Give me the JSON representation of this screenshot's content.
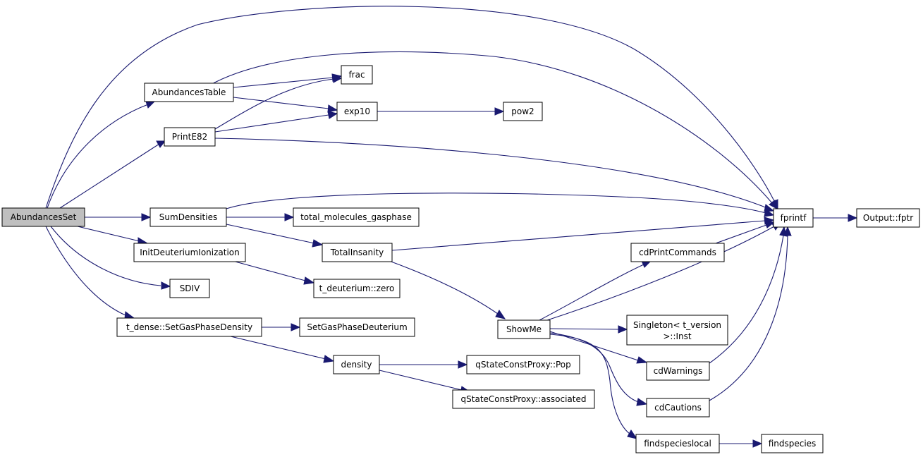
{
  "colors": {
    "edge": "#191970",
    "node_fill": "#ffffff",
    "root_fill": "#bfbfbf",
    "border": "#000000"
  },
  "nodes": {
    "abundances_set": "AbundancesSet",
    "abundances_table": "AbundancesTable",
    "frac": "frac",
    "exp10": "exp10",
    "pow2": "pow2",
    "print_e82": "PrintE82",
    "sum_densities": "SumDensities",
    "total_molecules_gasphase": "total_molecules_gasphase",
    "fprintf": "fprintf",
    "output_fptr": "Output::fptr",
    "init_deuterium_ionization": "InitDeuteriumIonization",
    "total_insanity": "TotalInsanity",
    "cd_print_commands": "cdPrintCommands",
    "sdiv": "SDIV",
    "t_deuterium_zero": "t_deuterium::zero",
    "t_dense_set_gas_phase_density": "t_dense::SetGasPhaseDensity",
    "set_gas_phase_deuterium": "SetGasPhaseDeuterium",
    "show_me": "ShowMe",
    "singleton_line1": "Singleton< t_version",
    "singleton_line2": ">::Inst",
    "density": "density",
    "qstate_pop": "qStateConstProxy::Pop",
    "cd_warnings": "cdWarnings",
    "qstate_associated": "qStateConstProxy::associated",
    "cd_cautions": "cdCautions",
    "findspecieslocal": "findspecieslocal",
    "findspecies": "findspecies"
  }
}
